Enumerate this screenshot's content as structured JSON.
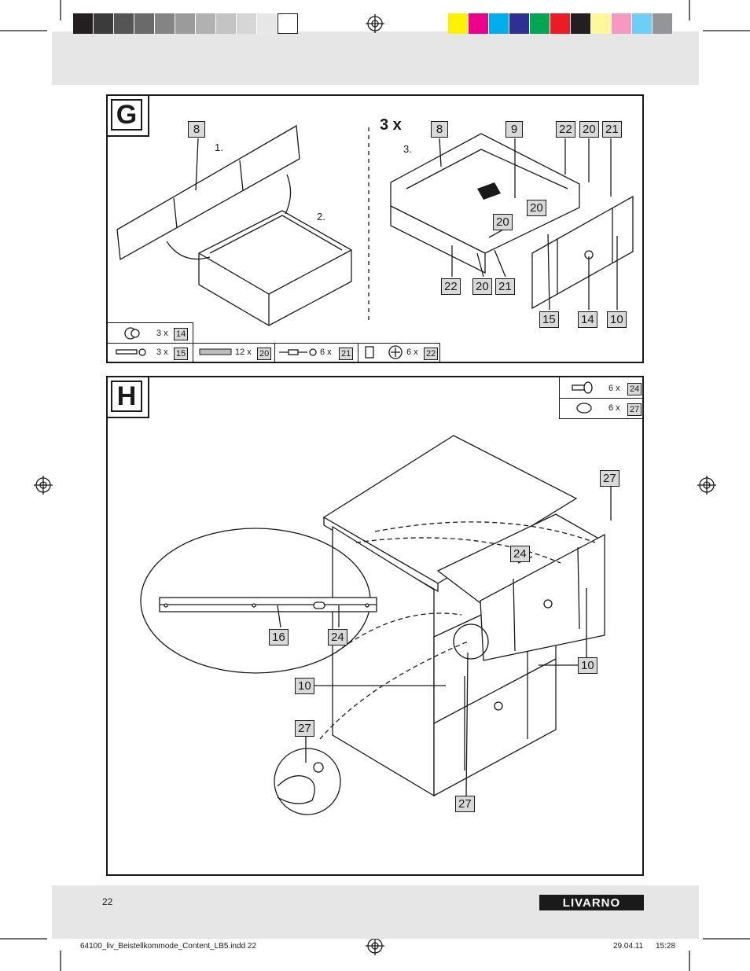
{
  "colors": {
    "gray_swatches": [
      "#231f20",
      "#3b3b3b",
      "#555555",
      "#6a6a6a",
      "#848484",
      "#9b9b9b",
      "#b1b1b1",
      "#c4c4c4",
      "#d6d6d6",
      "#e7e7e7",
      "#ffffff"
    ],
    "process_swatches": [
      "#fff200",
      "#ec008c",
      "#00aeef",
      "#2e3192",
      "#00a651",
      "#ed1c24",
      "#231f20",
      "#fff799",
      "#f49ac1",
      "#6dcff6",
      "#939598"
    ]
  },
  "step_g": {
    "letter": "G",
    "multiplier": "3 x",
    "sub_steps": [
      "1.",
      "2.",
      "3."
    ],
    "callouts": [
      "8",
      "8",
      "9",
      "22",
      "20",
      "21",
      "20",
      "20",
      "22",
      "20",
      "21",
      "15",
      "14",
      "10"
    ],
    "parts_table": [
      {
        "qty": "3 x",
        "part": "14",
        "icon": "knob-icon"
      },
      {
        "qty": "3 x",
        "part": "15",
        "icon": "screw-icon"
      },
      {
        "qty": "12 x",
        "part": "20",
        "icon": "dowel-icon"
      },
      {
        "qty": "6 x",
        "part": "21",
        "icon": "cam-bolt-icon"
      },
      {
        "qty": "6 x",
        "part": "22",
        "icon": "cam-lock-icon"
      }
    ]
  },
  "step_h": {
    "letter": "H",
    "callouts": [
      "27",
      "24",
      "16",
      "24",
      "10",
      "10",
      "27",
      "27"
    ],
    "parts_table": [
      {
        "qty": "6 x",
        "part": "24",
        "icon": "screw-icon"
      },
      {
        "qty": "6 x",
        "part": "27",
        "icon": "cap-icon"
      }
    ]
  },
  "footer": {
    "page_number": "22",
    "brand": "LIVARNO",
    "file_name": "64100_liv_Beistellkommode_Content_LB5.indd   22",
    "date": "29.04.11",
    "time": "15:28"
  }
}
